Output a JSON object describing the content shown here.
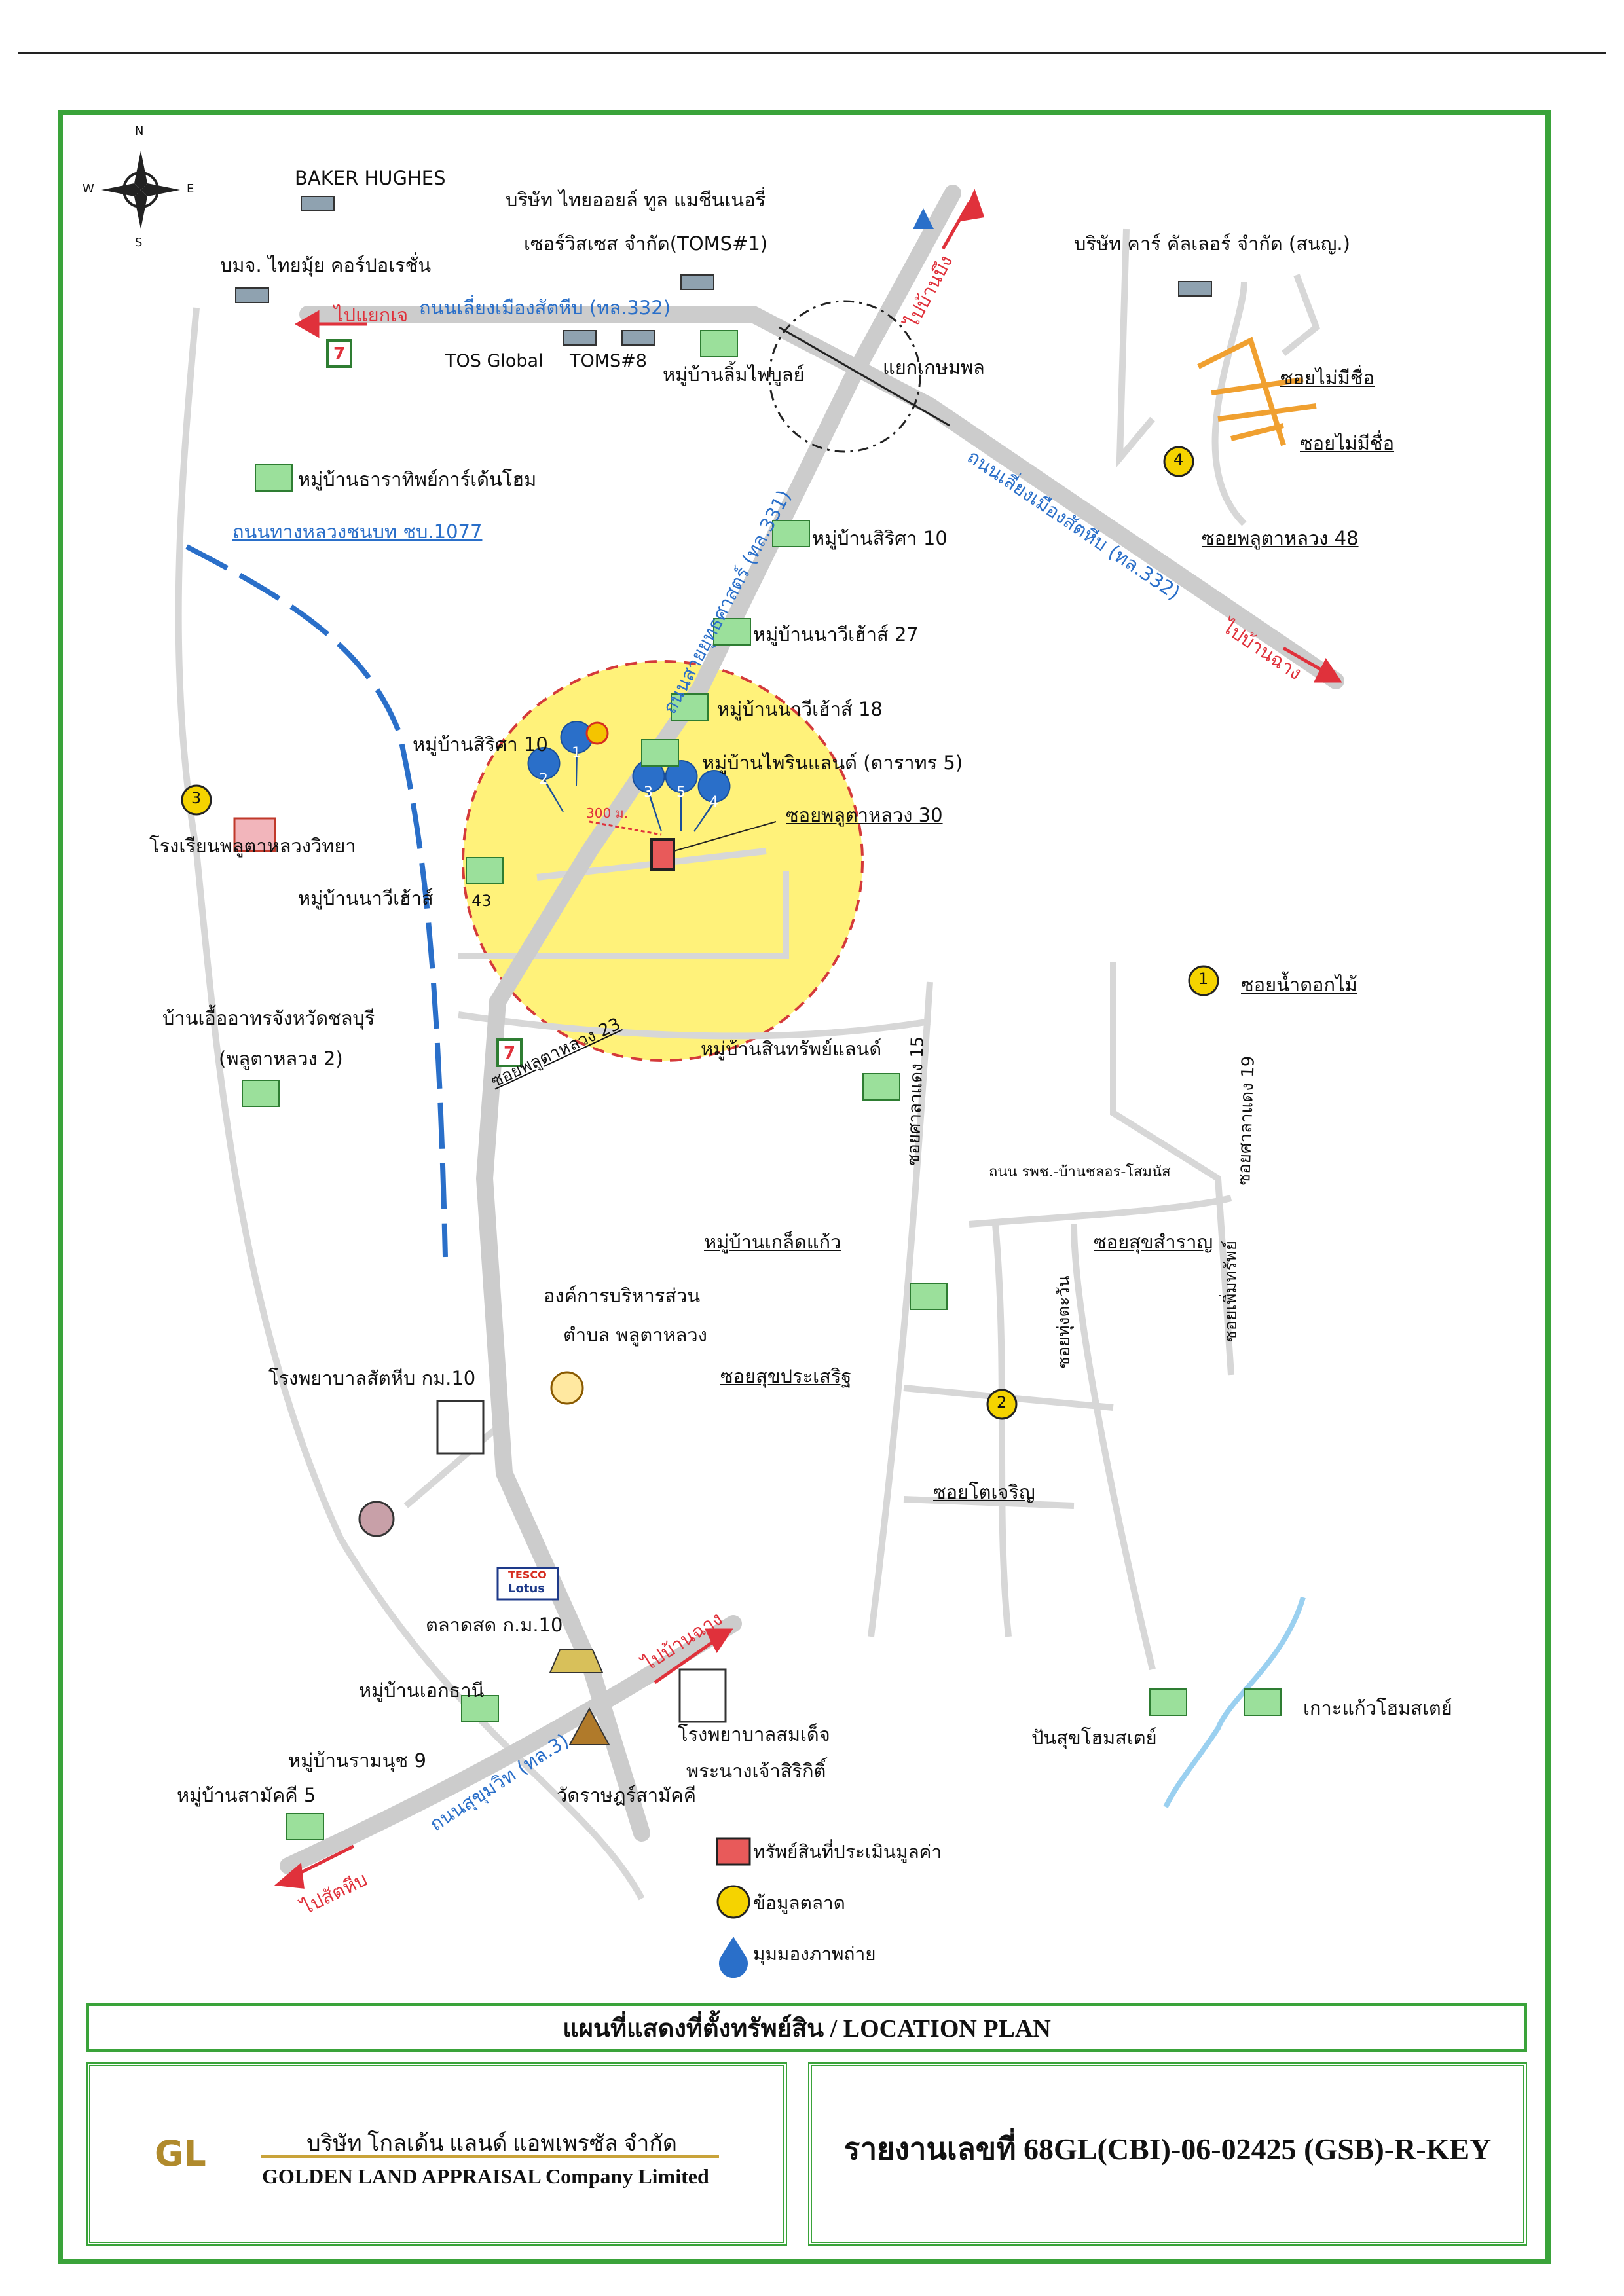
{
  "colors": {
    "frame": "#3aa33a",
    "highway": "#cccccc",
    "road_blue": "#2a6fc9",
    "direction_red": "#e0313b",
    "buffer": "#fff27a",
    "buffer_edge": "#d43a3a",
    "soi_orange": "#f0a030"
  },
  "compass": {
    "n": "N",
    "s": "S",
    "e": "E",
    "w": "W"
  },
  "places": {
    "baker": "BAKER HUGHES",
    "thai_oil_1": "บริษัท ไทยออยล์ ทูล แมชีนเนอรี่",
    "thai_oil_2": "เซอร์วิสเซส จำกัด(TOMS#1)",
    "thaimui": "บมจ. ไทยมุ้ย คอร์ปอเรชั่น",
    "tos_global": "TOS Global",
    "toms8": "TOMS#8",
    "limpaiboon": "หมู่บ้านลิ้มไพบูลย์",
    "kasempol": "แยกเกษมพล",
    "car_cooler": "บริษัท คาร์ คัลเลอร์ จำกัด (สนญ.)",
    "soi_nameless_1": "ซอยไม่มีชื่อ",
    "soi_nameless_2": "ซอยไม่มีชื่อ",
    "tharathip": "หมู่บ้านธาราทิพย์การ์เด้นโฮม",
    "sirisa_10_top": "หมู่บ้านสิริศา  10",
    "soi_pluta_48": "ซอยพลูตาหลวง  48",
    "navihouse_27": "หมู่บ้านนาวีเฮ้าส์  27",
    "navihouse_18": "หมู่บ้านนาวีเฮ้าส์  18",
    "sirisa_10": "หมู่บ้านสิริศา  10",
    "phrin_land": "หมู่บ้านไพรินแลนด์ (ดาราทร  5)",
    "soi_pluta_30": "ซอยพลูตาหลวง  30",
    "dist_300": "300 ม.",
    "pluta_school": "โรงเรียนพลูตาหลวงวิทยา",
    "navihouse_43": "หมู่บ้านนาวีเฮ้าส์",
    "navihouse_43_no": "43",
    "soi_nam_dok_mai": "ซอยน้ำดอกไม้",
    "baan_ua_1": "บ้านเอื้ออาทรจังหวัดชลบุรี",
    "baan_ua_2": "(พลูตาหลวง 2)",
    "sinsap_land": "หมู่บ้านสินทรัพย์แลนด์",
    "soi_pluta_23": "ซอยพลูตาหลวง 23",
    "soi_sala_15": "ซอยศาลาแดง 15",
    "soi_sala_19": "ซอยศาลาแดง 19",
    "rd_hospital": "ถนน รพช.-บ้านชลอร-โสมนัส",
    "klet_kaeo": "หมู่บ้านเกล็ดแก้ว",
    "soi_suksamran": "ซอยสุขสำราญ",
    "soi_thungtawan": "ซอยทุ่งตะวัน",
    "soi_permsap": "ซอยเพิ่มทรัพย์",
    "tao_1": "องค์การบริหารส่วน",
    "tao_2": "ตำบล พลูตาหลวง",
    "hosp_sattahip": "โรงพยาบาลสัตหีบ กม.10",
    "soi_sukprasert": "ซอยสุขประเสริฐ",
    "soi_tocharoen": "ซอยโตเจริญ",
    "tesco_1": "TESCO",
    "tesco_2": "Lotus",
    "market": "ตลาดสด ก.ม.10",
    "ekkathani": "หมู่บ้านเอกธานี",
    "ramanut": "หมู่บ้านรามนุช 9",
    "samakkhi": "หมู่บ้านสามัคคี 5",
    "queen_hosp_1": "โรงพยาบาลสมเด็จ",
    "queen_hosp_2": "พระนางเจ้าสิริกิติ์",
    "wat": "วัดราษฎร์สามัคคี",
    "punsuk": "ปันสุขโฮมสเตย์",
    "koh_kaeo": "เกาะแก้วโฮมสเตย์"
  },
  "roads": {
    "bypass_top": "ถนนเลี่ยงเมืองสัตหีบ (ทล.332)",
    "bypass_right": "ถนนเลี่ยงเมืองสัตหีบ (ทล.332)",
    "rural_1077": "ถนนทางหลวงชนบท ชบ.1077",
    "sai_331": "ถนนสายยุทธศาสตร์ (ทล.331)",
    "sukhumvit": "ถนนสุขุมวิท (ทล.3)"
  },
  "directions": {
    "to_yaek_jo": "ไปแยกเจ",
    "to_ban_bueng": "ไปบ้านบึง",
    "to_ban_chang_right": "ไปบ้านฉาง",
    "to_ban_chang_bottom": "ไปบ้านฉาง",
    "to_sattahip": "ไปสัตหีบ"
  },
  "markers": {
    "market_1": "1",
    "market_2": "2",
    "market_3": "3",
    "market_4": "4",
    "view_1": "1",
    "view_2": "2",
    "view_3": "3",
    "view_4": "4",
    "view_5": "5",
    "seven": "7"
  },
  "legend": {
    "property": "ทรัพย์สินที่ประเมินมูลค่า",
    "market_data": "ข้อมูลตลาด",
    "view_angle": "มุมมองภาพถ่าย"
  },
  "footer": {
    "title": "แผนที่แสดงที่ตั้งทรัพย์สิน / LOCATION PLAN",
    "company_th": "บริษัท โกลเด้น แลนด์ แอพเพรซัล จำกัด",
    "company_en": "GOLDEN LAND APPRAISAL Company Limited",
    "logo_text": "GL",
    "report_no": "รายงานเลขที่ 68GL(CBI)-06-02425 (GSB)-R-KEY"
  }
}
